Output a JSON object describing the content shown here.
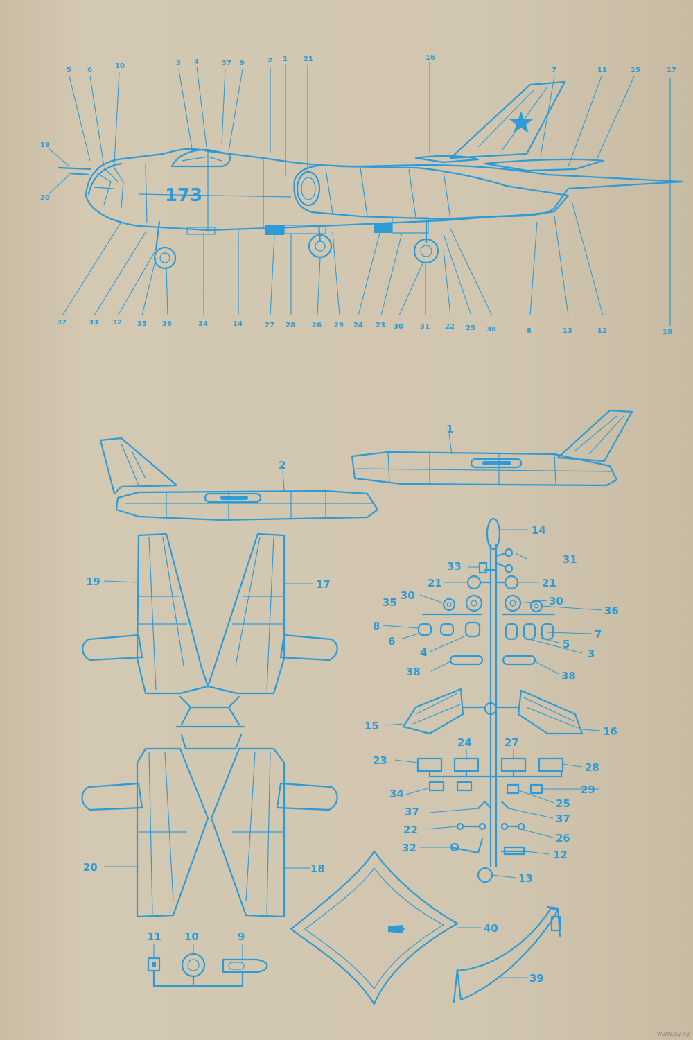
{
  "side_view": {
    "aircraft_number": "173",
    "top_labels": [
      "5",
      "6",
      "10",
      "3",
      "4",
      "37",
      "9",
      "2",
      "1",
      "21",
      "16",
      "7",
      "11",
      "15",
      "17"
    ],
    "left_labels": [
      "19",
      "20"
    ],
    "bottom_labels": [
      "37",
      "33",
      "32",
      "35",
      "36",
      "34",
      "14",
      "27",
      "28",
      "26",
      "29",
      "24",
      "23",
      "30",
      "31",
      "22",
      "25",
      "38",
      "8",
      "13",
      "12",
      "18"
    ]
  },
  "parts_sheet": {
    "fuselage_labels": [
      "1",
      "2"
    ],
    "wing_labels": [
      "19",
      "17",
      "20",
      "18"
    ],
    "sprue_labels": [
      "14",
      "33",
      "31",
      "21",
      "21",
      "35",
      "30",
      "30",
      "36",
      "8",
      "7",
      "6",
      "5",
      "4",
      "3",
      "38",
      "38",
      "15",
      "16",
      "24",
      "27",
      "23",
      "28",
      "34",
      "29",
      "25",
      "37",
      "37",
      "22",
      "26",
      "32",
      "12",
      "13"
    ],
    "small_parts_labels": [
      "11",
      "10",
      "9"
    ],
    "stand_labels": [
      "40",
      "39"
    ]
  },
  "watermark": "www.ay.by",
  "colors": {
    "ink": "#2e9bd6",
    "paper": "#d1c6b0"
  }
}
